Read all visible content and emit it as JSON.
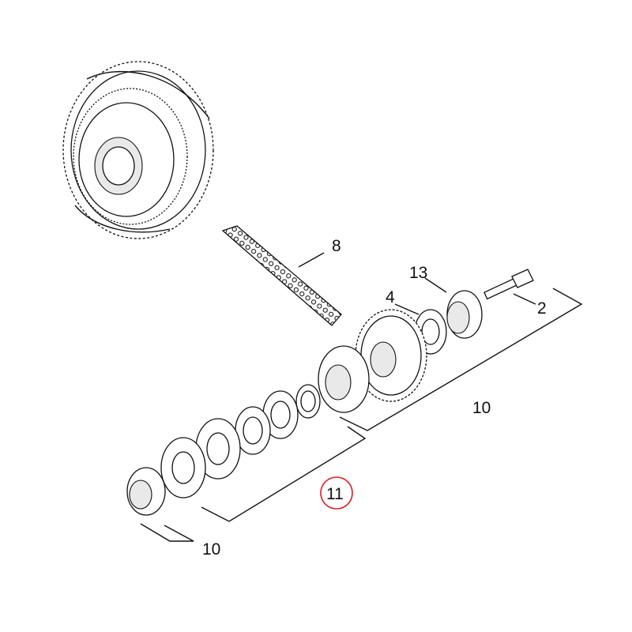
{
  "callouts": [
    {
      "id": "part-8",
      "text": "8"
    },
    {
      "id": "part-13",
      "text": "13"
    },
    {
      "id": "part-4",
      "text": "4"
    },
    {
      "id": "part-2",
      "text": "2"
    },
    {
      "id": "part-10-upper",
      "text": "10"
    },
    {
      "id": "part-11",
      "text": "11"
    },
    {
      "id": "part-10-lower",
      "text": "10"
    }
  ],
  "highlight_color": "#d42020",
  "line_color": "#111111"
}
